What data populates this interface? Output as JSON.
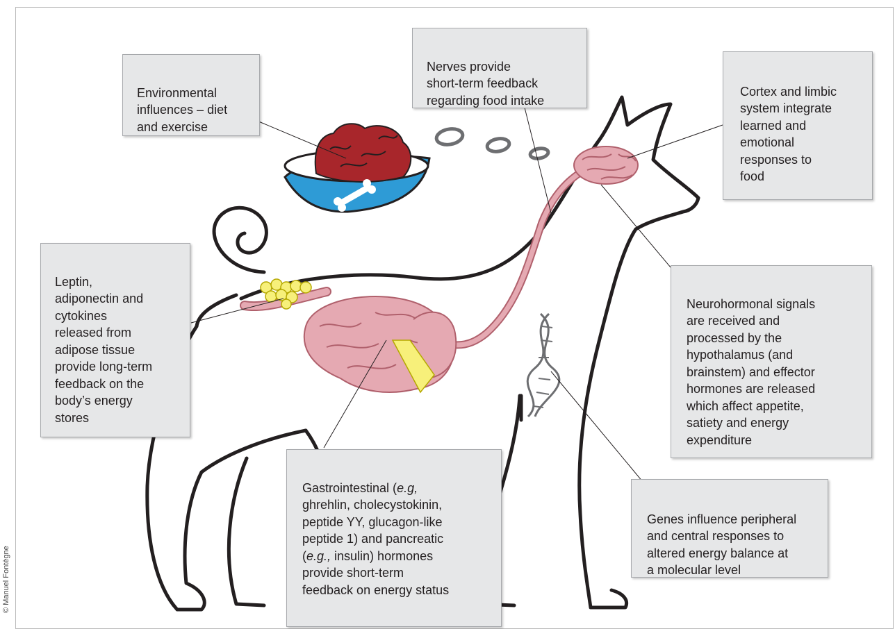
{
  "labels": {
    "environment": "Environmental\ninfluences – diet\nand exercise",
    "nerves": "Nerves provide\nshort-term feedback\nregarding food intake",
    "cortex": "Cortex and limbic\nsystem integrate\nlearned and\nemotional\nresponses to\nfood",
    "leptin": "Leptin,\nadiponectin and\ncytokines\nreleased from\nadipose tissue\nprovide long-term\nfeedback on the\nbody’s energy\nstores",
    "neurohormonal": "Neurohormonal signals\nare received and\nprocessed by the\nhypothalamus (and\nbrainstem) and effector\nhormones are released\nwhich affect appetite,\nsatiety and energy\nexpenditure",
    "gastro_pre": "Gastrointestinal (",
    "gastro_eg1": "e.g,",
    "gastro_mid": "\nghrehlin, cholecystokinin,\npeptide YY, glucagon-like\npeptide 1) and pancreatic\n(",
    "gastro_eg2": "e.g.,",
    "gastro_post": " insulin) hormones\nprovide short-term\nfeedback on energy status",
    "genes": "Genes influence peripheral\nand central responses to\naltered energy balance at\na molecular level"
  },
  "credit": "© Manuel Fontègne",
  "colors": {
    "box_fill": "#e6e7e8",
    "box_border": "#a7a9ac",
    "outline": "#231f20",
    "organ_pink": "#e5a9b2",
    "organ_line": "#b0606c",
    "fat_yellow": "#f7f07a",
    "bowl_blue": "#2e9bd6",
    "food_red": "#a8262b"
  }
}
